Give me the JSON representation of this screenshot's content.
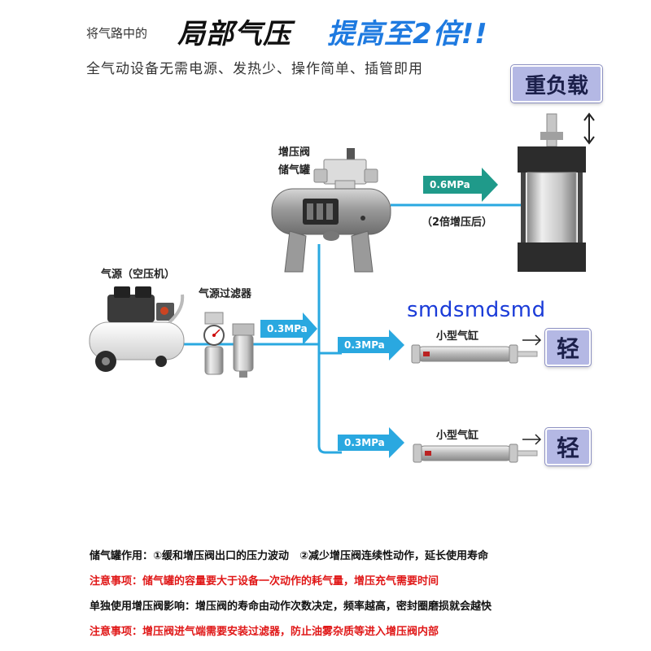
{
  "header": {
    "prefix": "将气路中的",
    "title": "局部气压",
    "highlight": "提高至2倍!!",
    "subtitle": "全气动设备无需电源、发热少、操作简单、插管即用"
  },
  "badges": {
    "heavy": "重负载",
    "light1": "轻",
    "light2": "轻"
  },
  "labels": {
    "booster_line1": "增压阀",
    "booster_line2": "储气罐",
    "compressor": "气源（空压机）",
    "filter": "气源过滤器",
    "small_cyl_1": "小型气缸",
    "small_cyl_2": "小型气缸",
    "boost_note": "（2倍增压后）"
  },
  "pressures": {
    "high": "0.6MPa",
    "in": "0.3MPa",
    "branch1": "0.3MPa",
    "branch2": "0.3MPa"
  },
  "watermark": "smdsmdsmd",
  "notes": [
    {
      "key": "储气罐作用：",
      "text": "①缓和增压阀出口的压力波动　②减少增压阀连续性动作，延长使用寿命"
    },
    {
      "key": "注意事项：",
      "text": "储气罐的容量要大于设备一次动作的耗气量，增压充气需要时间"
    },
    {
      "key": "单独使用增压阀影响：",
      "text": "增压阀的寿命由动作次数决定，频率越高，密封圈磨损就会越快"
    },
    {
      "key": "注意事项：",
      "text": "增压阀进气端需要安装过滤器，防止油雾杂质等进入增压阀内部"
    }
  ],
  "colors": {
    "pipe": "#2aa8e0",
    "arrow": "#1f9a8a",
    "highlight": "#1e7ae0",
    "warning": "#e01818",
    "badge": "#b4b8e4"
  }
}
